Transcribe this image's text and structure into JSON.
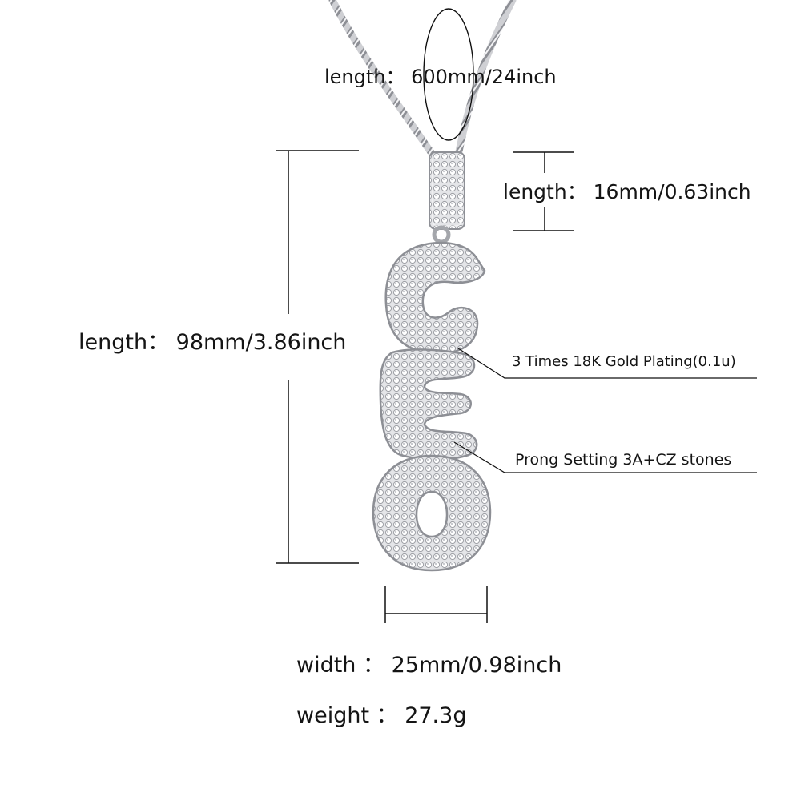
{
  "specs": {
    "chain_length": "length： 600mm/24inch",
    "bail_length": "length： 16mm/0.63inch",
    "total_length": "length： 98mm/3.86inch",
    "width": "width ： 25mm/0.98inch",
    "weight": "weight ： 27.3g"
  },
  "features": {
    "plating": "3 Times  18K  Gold  Plating(0.1u)",
    "stones": "Prong Setting 3A+CZ stones"
  },
  "pendant": {
    "letters": [
      "C",
      "E",
      "O"
    ],
    "metal_color": "#d8d9dc"
  },
  "colors": {
    "text": "#141414",
    "lines": "#111111",
    "metal_light": "#f2f2f4",
    "metal_dark": "#9a9ca2"
  }
}
